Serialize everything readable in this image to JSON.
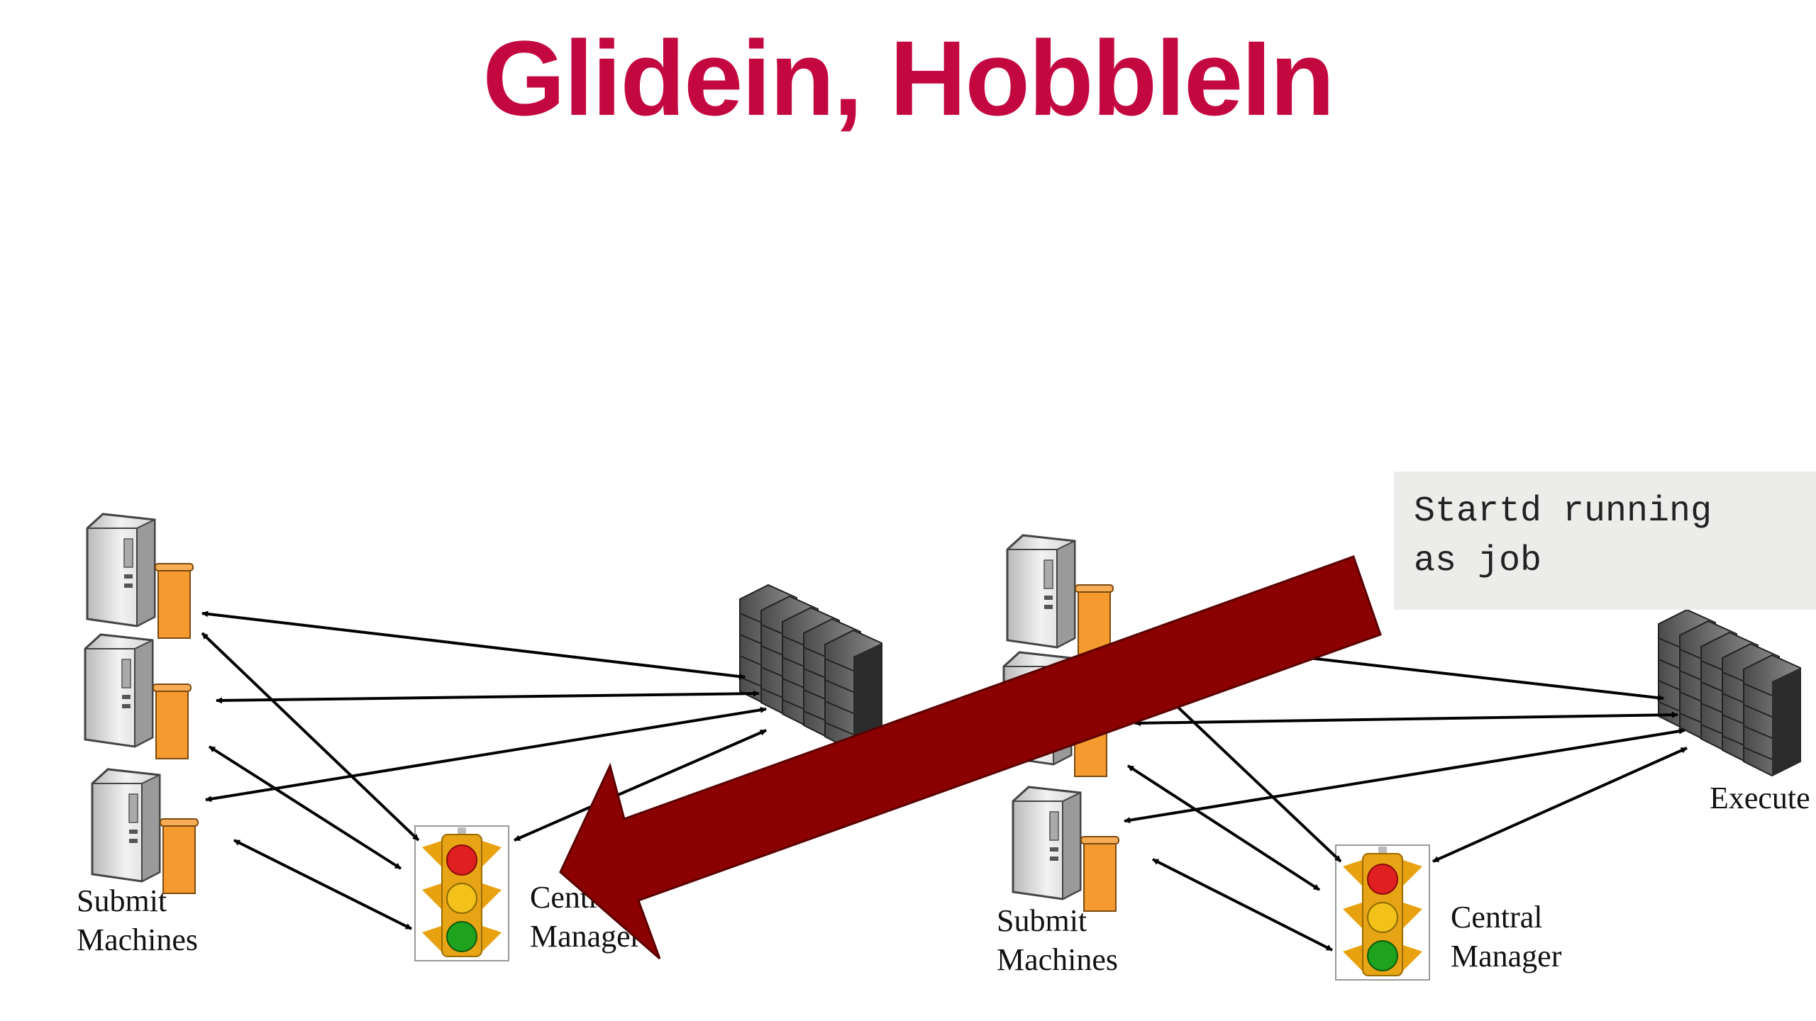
{
  "slide": {
    "title": "Glidein, HobbleIn"
  },
  "left_pool": {
    "submit_label_line1": "Submit",
    "submit_label_line2": "Machines",
    "cm_label_line1": "Central",
    "cm_label_line2": "Manager"
  },
  "right_pool": {
    "submit_label_line1": "Submit",
    "submit_label_line2": "Machines",
    "cm_label_line1": "Central",
    "cm_label_line2": "Manager",
    "execute_label": "Execute"
  },
  "note": {
    "text": "Startd running\nas job"
  },
  "colors": {
    "title": "#c3073f",
    "big_arrow": "#8b0000",
    "scroll": "#f59a2f",
    "light_red": "#e02020",
    "light_yellow": "#f2c21b",
    "light_green": "#1fa31f"
  }
}
